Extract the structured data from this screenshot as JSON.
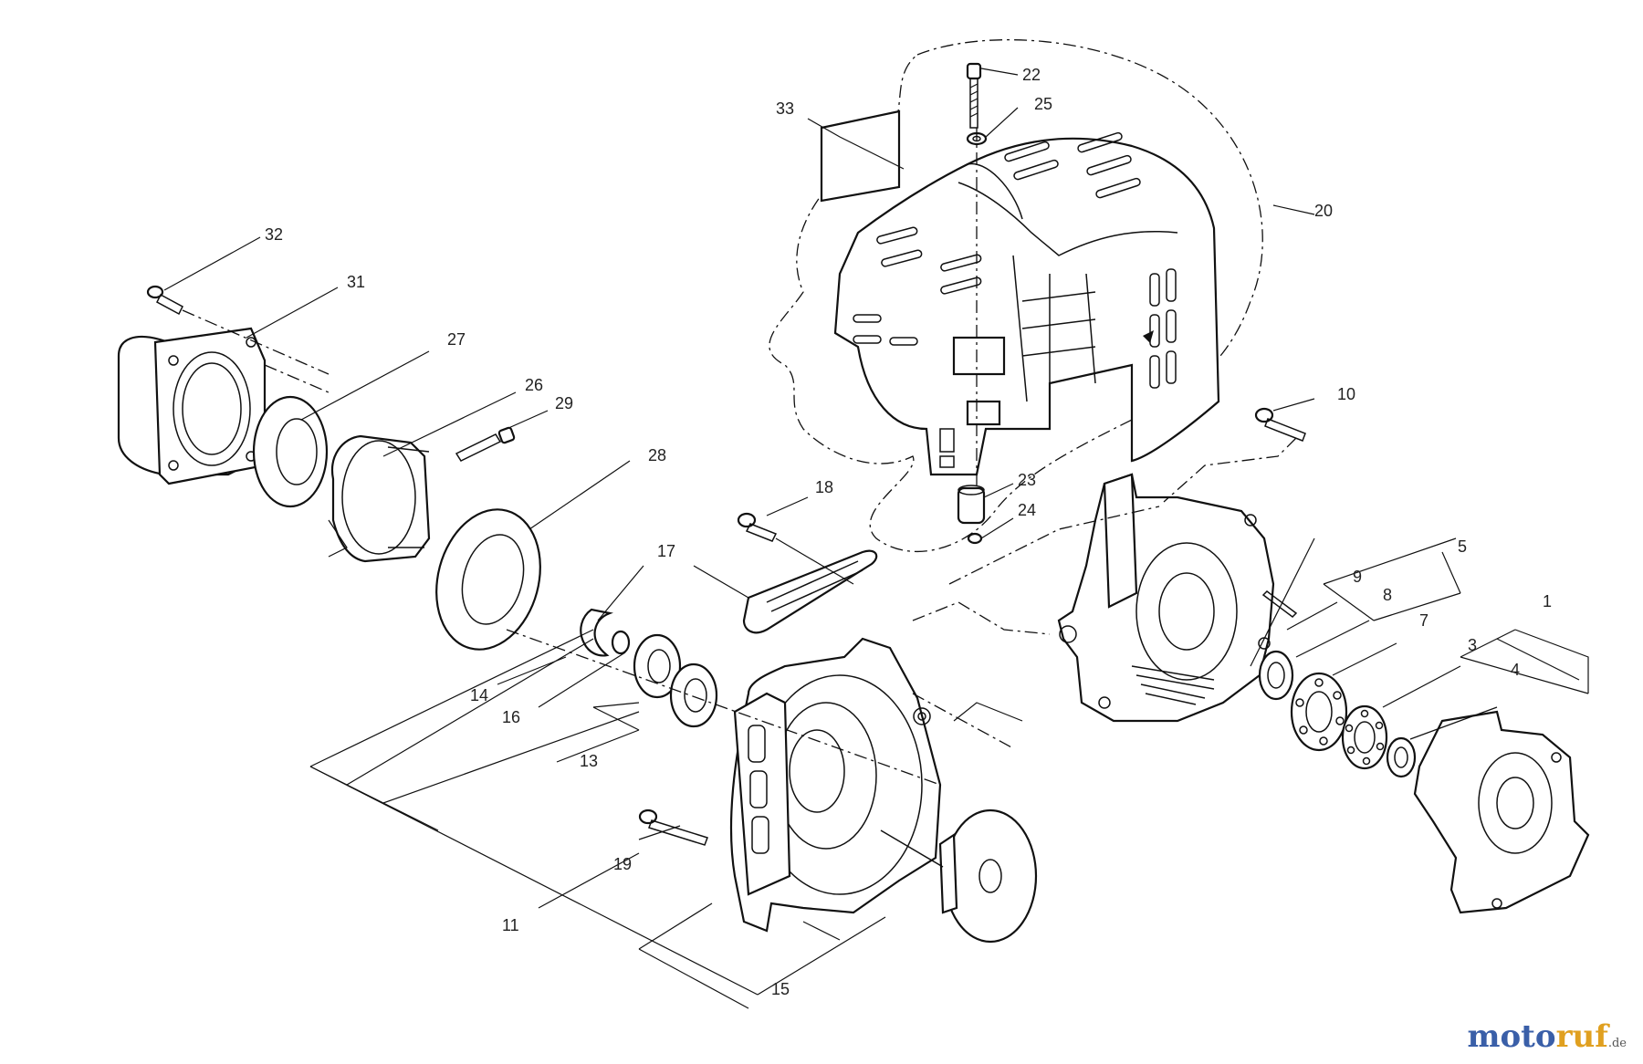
{
  "labels": {
    "p1": "1",
    "p3": "3",
    "p4": "4",
    "p5": "5",
    "p7": "7",
    "p8": "8",
    "p9": "9",
    "p10": "10",
    "p11": "11",
    "p13": "13",
    "p14": "14",
    "p15": "15",
    "p16": "16",
    "p17": "17",
    "p18": "18",
    "p19": "19",
    "p20": "20",
    "p22": "22",
    "p23": "23",
    "p24": "24",
    "p25": "25",
    "p26": "26",
    "p27": "27",
    "p28": "28",
    "p29": "29",
    "p31": "31",
    "p32": "32",
    "p33": "33"
  },
  "watermark": {
    "part1": "moto",
    "part2": "ruf",
    "suffix": ".de"
  }
}
